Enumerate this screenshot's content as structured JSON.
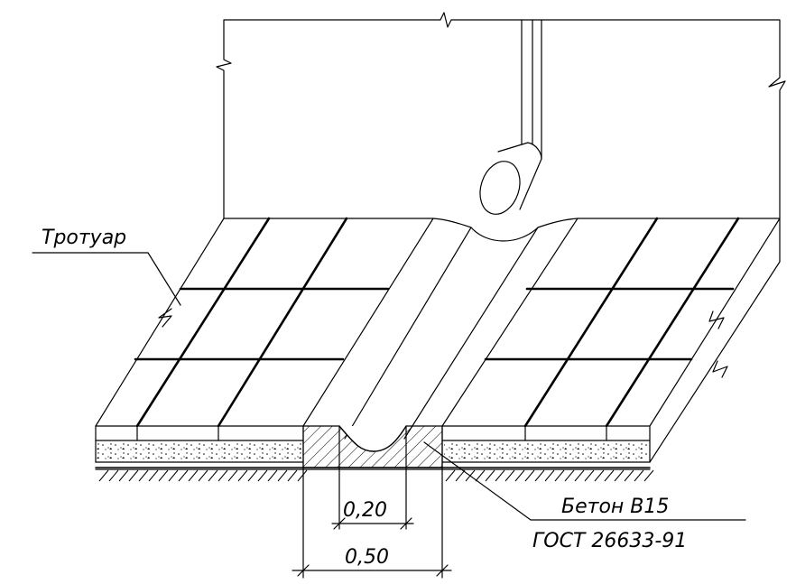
{
  "labels": {
    "sidewalk": "Тротуар",
    "concrete": "Бетон  В15",
    "standard": "ГОСТ  26633-91"
  },
  "dimensions": {
    "inner_width": "0,20",
    "outer_width": "0,50"
  },
  "colors": {
    "line": "#000000",
    "background": "#ffffff"
  }
}
